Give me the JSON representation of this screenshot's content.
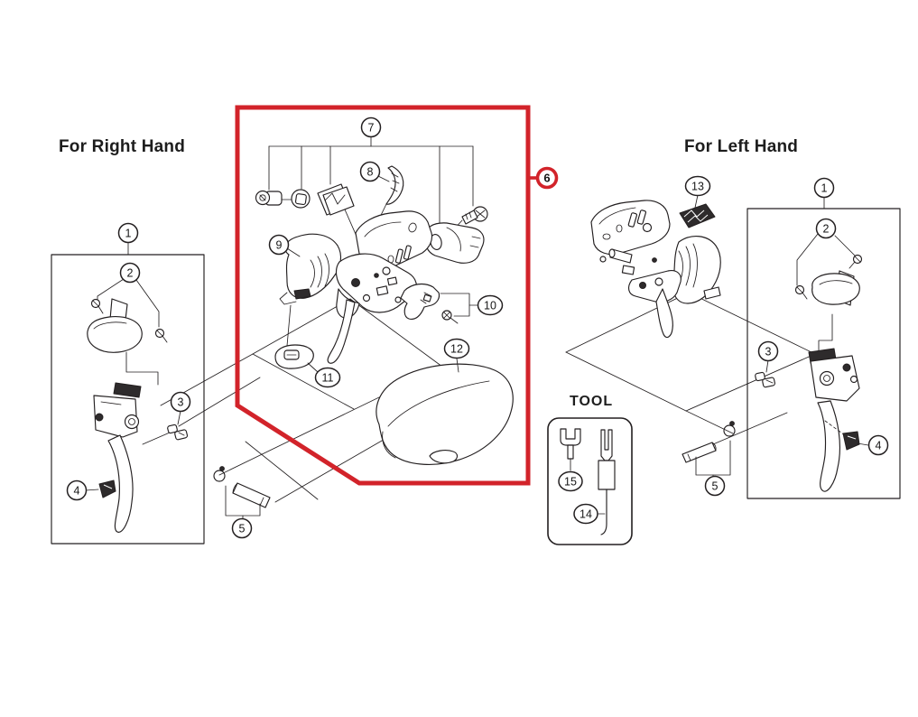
{
  "figure": {
    "type": "exploded-parts-diagram",
    "description": "Dual control lever exploded view, right and left hand units with highlighted sub-assembly and tools",
    "background_color": "#ffffff",
    "line_color": "#231f20",
    "highlight_color": "#d2232a"
  },
  "titles": {
    "right_hand": "For Right Hand",
    "left_hand": "For Left Hand",
    "tool": "TOOL"
  },
  "sections": {
    "right_hand": {
      "callouts": {
        "n1": "1",
        "n2": "2",
        "n3": "3",
        "n4": "4",
        "n5": "5"
      }
    },
    "highlighted": {
      "callouts": {
        "n6": "6",
        "n7": "7",
        "n8": "8",
        "n9": "9",
        "n10": "10",
        "n11": "11",
        "n12": "12"
      }
    },
    "left_hand": {
      "callouts": {
        "n13": "13",
        "n1": "1",
        "n2": "2",
        "n3": "3",
        "n4": "4",
        "n5": "5"
      }
    },
    "tool": {
      "callouts": {
        "n14": "14",
        "n15": "15"
      }
    }
  }
}
